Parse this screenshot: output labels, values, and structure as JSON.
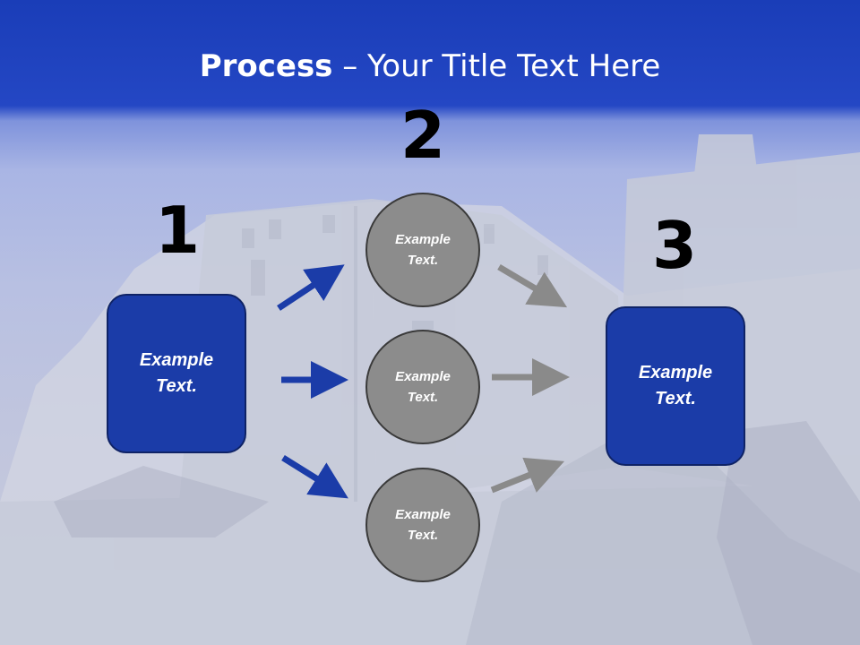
{
  "title": {
    "bold": "Process",
    "rest": " – Your Title Text Here"
  },
  "steps": [
    {
      "number": "1",
      "text": "Example Text."
    },
    {
      "number": "2",
      "items": [
        "Example Text.",
        "Example Text.",
        "Example Text."
      ]
    },
    {
      "number": "3",
      "text": "Example Text."
    }
  ],
  "colors": {
    "box_fill": "#1b3ca8",
    "circle_fill": "#8c8c8c",
    "arrow_blue": "#1b3ca8",
    "arrow_gray": "#8a8a8a",
    "header": "#1a3db8"
  }
}
